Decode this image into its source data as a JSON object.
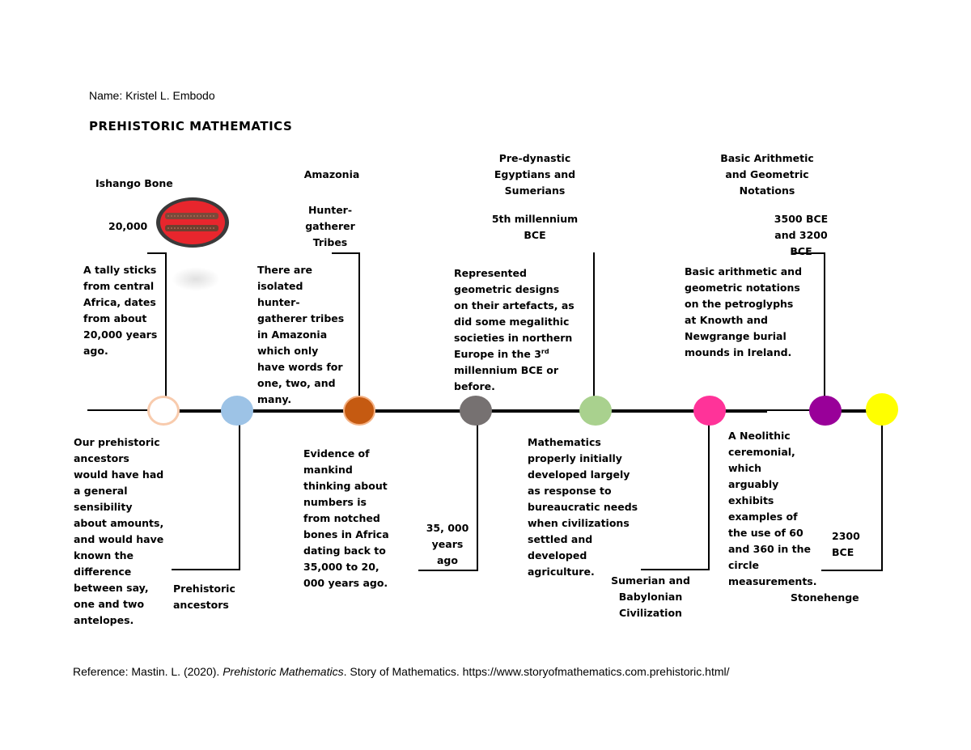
{
  "header": {
    "name": "Name: Kristel L. Embodo",
    "title": "PREHISTORIC MATHEMATICS"
  },
  "events": [
    {
      "id": "ishango",
      "title": "Ishango Bone",
      "date": "20,000",
      "desc": "A tally sticks from central Africa, dates from about 20,000 years ago.",
      "color": "#ffffff"
    },
    {
      "id": "prehistoric",
      "title": "Prehistoric ancestors",
      "desc": "Our prehistoric ancestors would have had a general sensibility about amounts, and would have known the difference between say, one and two antelopes.",
      "color": "#9dc3e6"
    },
    {
      "id": "amazonia",
      "title": "Amazonia",
      "subtitle": "Hunter-gatherer Tribes",
      "desc": "There are isolated hunter-gatherer tribes in Amazonia which only have words for one, two, and many.",
      "color": "#c55a11"
    },
    {
      "id": "africa",
      "date": "35, 000 years ago",
      "desc": "Evidence of mankind thinking about numbers is from notched bones in Africa dating back to 35,000 to 20, 000 years ago.",
      "color": "#767171"
    },
    {
      "id": "egypt",
      "title": "Pre-dynastic Egyptians and Sumerians",
      "date": "5th millennium BCE",
      "desc_a": "Represented geometric designs on their artefacts, as did some megalithic societies in northern Europe in the ",
      "desc_num": "3",
      "desc_sup": "rd",
      "desc_b": " millennium BCE or before.",
      "color": "#a9d18e"
    },
    {
      "id": "sumerian",
      "title": "Sumerian and Babylonian Civilization",
      "desc": "Mathematics properly initially developed largely as response to bureaucratic needs when civilizations settled and developed agriculture.",
      "color": "#ff3399"
    },
    {
      "id": "arith",
      "title": "Basic Arithmetic and Geometric Notations",
      "date": "3500 BCE and 3200 BCE",
      "desc": "Basic arithmetic and geometric notations on the petroglyphs at Knowth and Newgrange burial mounds in Ireland.",
      "color": "#990099"
    },
    {
      "id": "stonehenge",
      "title": "Stonehenge",
      "date": "2300 BCE",
      "desc": "A Neolithic ceremonial, which arguably exhibits examples of the use of 60 and 360 in the circle measurements.",
      "color": "#ffff00"
    }
  ],
  "reference": {
    "prefix": "Reference: Mastin. L. (2020). ",
    "italic": "Prehistoric Mathematics",
    "suffix": ". Story of Mathematics. https://www.storyofmathematics.com.prehistoric.html/"
  },
  "icons": {
    "ishango_image": "ishango-bone-image"
  }
}
